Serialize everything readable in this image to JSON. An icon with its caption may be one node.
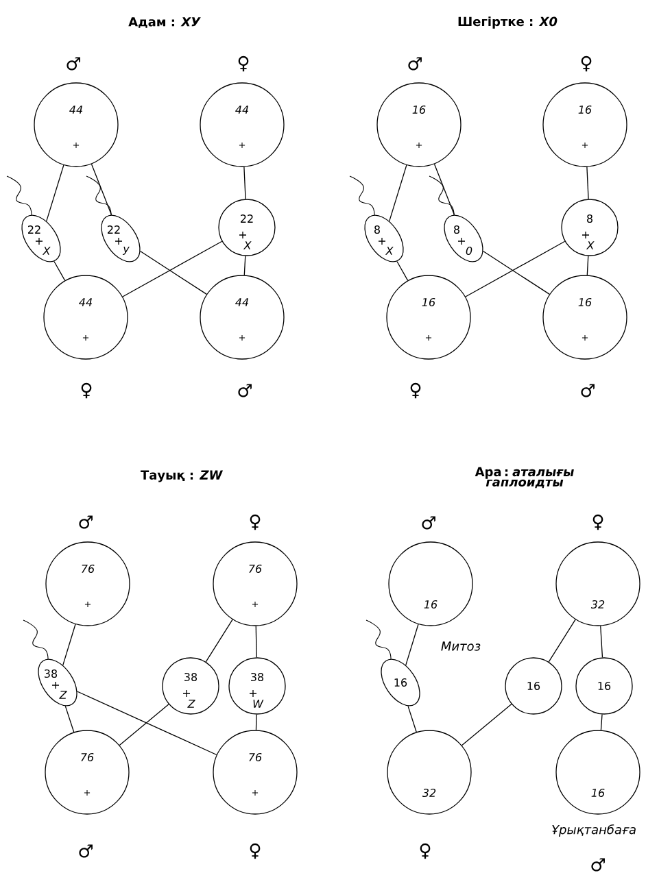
{
  "diagram": {
    "nodes": [
      {
        "text": [
          "44",
          "+"
        ],
        "beside": [
          "♂"
        ]
      },
      {
        "text": [
          "44",
          "+"
        ],
        "beside": [
          "♀"
        ]
      },
      {
        "text": [
          "22",
          "+",
          "X"
        ]
      },
      {
        "text": [
          "22",
          "+",
          "у"
        ]
      },
      {
        "text": [
          "22",
          "+",
          "X"
        ]
      },
      {
        "text": [
          "44",
          "+"
        ],
        "beside": [
          "♀"
        ]
      },
      {
        "text": [
          "44",
          "+"
        ],
        "beside": [
          "♂"
        ]
      },
      {
        "text": [
          "16",
          "+"
        ],
        "beside": [
          "♂"
        ]
      },
      {
        "text": [
          "16",
          "+"
        ],
        "beside": [
          "♀"
        ]
      },
      {
        "text": [
          "8",
          "+",
          "X"
        ]
      },
      {
        "text": [
          "8",
          "+",
          "0"
        ]
      },
      {
        "text": [
          "8",
          "+",
          "X"
        ]
      },
      {
        "text": [
          "16",
          "+"
        ],
        "beside": [
          "♀"
        ]
      },
      {
        "text": [
          "16",
          "+"
        ],
        "beside": [
          "♂"
        ]
      },
      {
        "text": [
          "76",
          "+"
        ],
        "beside": [
          "♂"
        ]
      },
      {
        "text": [
          "76",
          "+"
        ],
        "beside": [
          "♀"
        ]
      },
      {
        "text": [
          "38",
          "+",
          "Z"
        ]
      },
      {
        "text": [
          "38",
          "+",
          "Z"
        ]
      },
      {
        "text": [
          "38",
          "+",
          "W"
        ]
      },
      {
        "text": [
          "76",
          "+"
        ],
        "beside": [
          "♂"
        ]
      },
      {
        "text": [
          "76",
          "+"
        ],
        "beside": [
          "♀"
        ]
      },
      {
        "text": [
          "16"
        ],
        "beside": [
          "♂"
        ]
      },
      {
        "text": [
          "32"
        ],
        "beside": [
          "♀"
        ]
      },
      {
        "text": [
          "16"
        ]
      },
      {
        "text": [
          "16"
        ]
      },
      {
        "text": [
          "16"
        ]
      },
      {
        "text": [
          "32"
        ],
        "beside": [
          "♀"
        ]
      },
      {
        "text": [
          "16"
        ],
        "beside": [
          "Ұрықтанбаға",
          "♂"
        ]
      }
    ],
    "edges": [
      {
        "from": 0,
        "to": 2,
        "arrow": "none"
      },
      {
        "from": 0,
        "to": 3,
        "arrow": "none"
      },
      {
        "from": 1,
        "to": 4,
        "arrow": "none"
      },
      {
        "from": 2,
        "to": 5,
        "arrow": "none"
      },
      {
        "from": 3,
        "to": 6,
        "arrow": "none"
      },
      {
        "from": 4,
        "to": 5,
        "arrow": "none"
      },
      {
        "from": 4,
        "to": 6,
        "arrow": "none"
      },
      {
        "from": 7,
        "to": 9,
        "arrow": "none"
      },
      {
        "from": 7,
        "to": 10,
        "arrow": "none"
      },
      {
        "from": 8,
        "to": 11,
        "arrow": "none"
      },
      {
        "from": 9,
        "to": 12,
        "arrow": "none"
      },
      {
        "from": 10,
        "to": 13,
        "arrow": "none"
      },
      {
        "from": 11,
        "to": 12,
        "arrow": "none"
      },
      {
        "from": 11,
        "to": 13,
        "arrow": "none"
      },
      {
        "from": 14,
        "to": 16,
        "arrow": "none"
      },
      {
        "from": 15,
        "to": 17,
        "arrow": "none"
      },
      {
        "from": 15,
        "to": 18,
        "arrow": "none"
      },
      {
        "from": 16,
        "to": 19,
        "arrow": "none"
      },
      {
        "from": 16,
        "to": 20,
        "arrow": "none"
      },
      {
        "from": 17,
        "to": 19,
        "arrow": "none"
      },
      {
        "from": 18,
        "to": 20,
        "arrow": "none"
      },
      {
        "from": 21,
        "to": 23,
        "arrow": "none",
        "label": "Митоз"
      },
      {
        "from": 22,
        "to": 24,
        "arrow": "none"
      },
      {
        "from": 22,
        "to": 25,
        "arrow": "none"
      },
      {
        "from": 23,
        "to": 26,
        "arrow": "none"
      },
      {
        "from": 24,
        "to": 26,
        "arrow": "none"
      },
      {
        "from": 25,
        "to": 27,
        "arrow": "none"
      }
    ],
    "labels": [
      "Адам : *XУ*",
      "Шегіртке : *X0*",
      "Тауық : *ZW*",
      "Ара : *аталығы гаплоидты*"
    ]
  }
}
